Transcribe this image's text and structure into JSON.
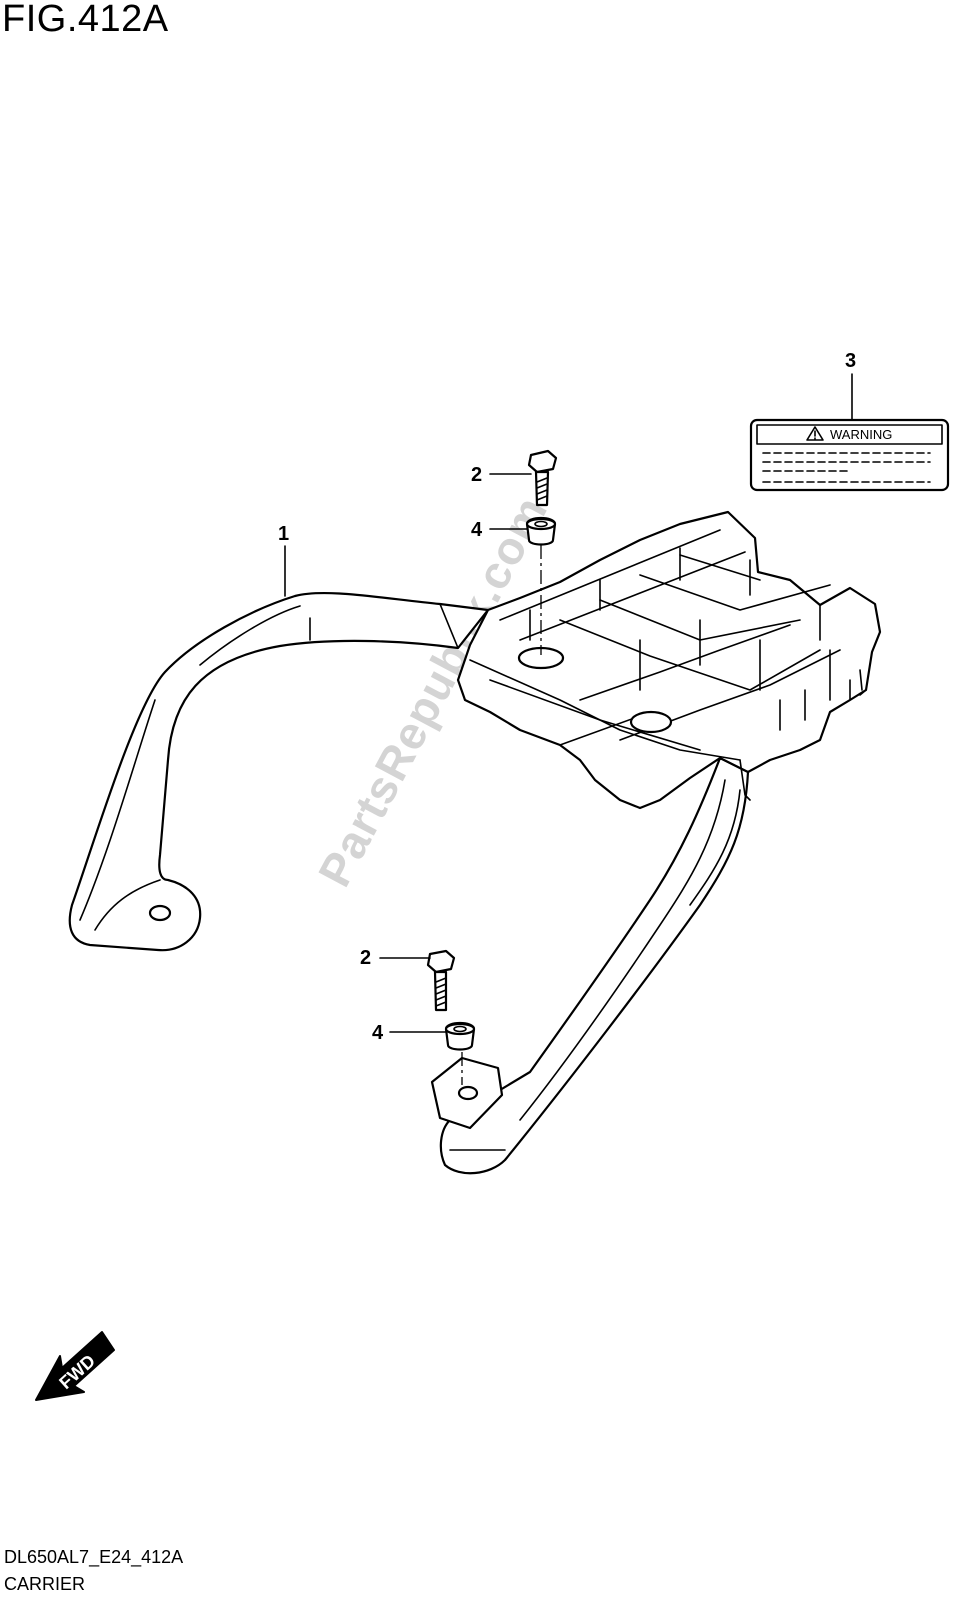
{
  "figure": {
    "title": "FIG.412A",
    "code": "DL650AL7_E24_412A",
    "name": "CARRIER"
  },
  "callouts": {
    "carrier": "1",
    "bolt_top": "2",
    "bolt_bottom": "2",
    "label": "3",
    "washer_top": "4",
    "washer_bottom": "4"
  },
  "warning_label": {
    "heading": "WARNING"
  },
  "direction_arrow": {
    "text": "FWD"
  },
  "watermark": {
    "text": "PartsRepublik.com"
  }
}
